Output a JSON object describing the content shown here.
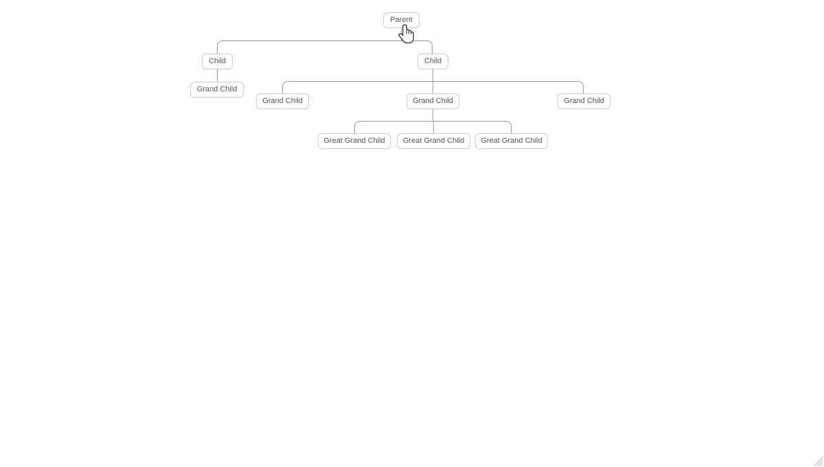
{
  "tree": {
    "nodes": [
      {
        "label": "Parent"
      },
      {
        "label": "Child"
      },
      {
        "label": "Child"
      },
      {
        "label": "Grand Child"
      },
      {
        "label": "Grand Child"
      },
      {
        "label": "Grand Child"
      },
      {
        "label": "Grand Child"
      },
      {
        "label": "Great Grand Child"
      },
      {
        "label": "Great Grand Child"
      },
      {
        "label": "Great Grand Child"
      }
    ],
    "hierarchy": {
      "label": "Parent",
      "children": [
        {
          "label": "Child",
          "children": [
            {
              "label": "Grand Child"
            }
          ]
        },
        {
          "label": "Child",
          "children": [
            {
              "label": "Grand Child"
            },
            {
              "label": "Grand Child",
              "children": [
                {
                  "label": "Great Grand Child"
                },
                {
                  "label": "Great Grand Child"
                },
                {
                  "label": "Great Grand Child"
                }
              ]
            },
            {
              "label": "Grand Child"
            }
          ]
        }
      ]
    },
    "colors": {
      "connector": "#8b99ad",
      "node_border": "#cbcbcb",
      "node_text": "#545454",
      "node_background": "#ffffff"
    }
  },
  "cursor": {
    "type": "hand-pointer"
  },
  "resize_handle": {
    "type": "diagonal-grip"
  }
}
